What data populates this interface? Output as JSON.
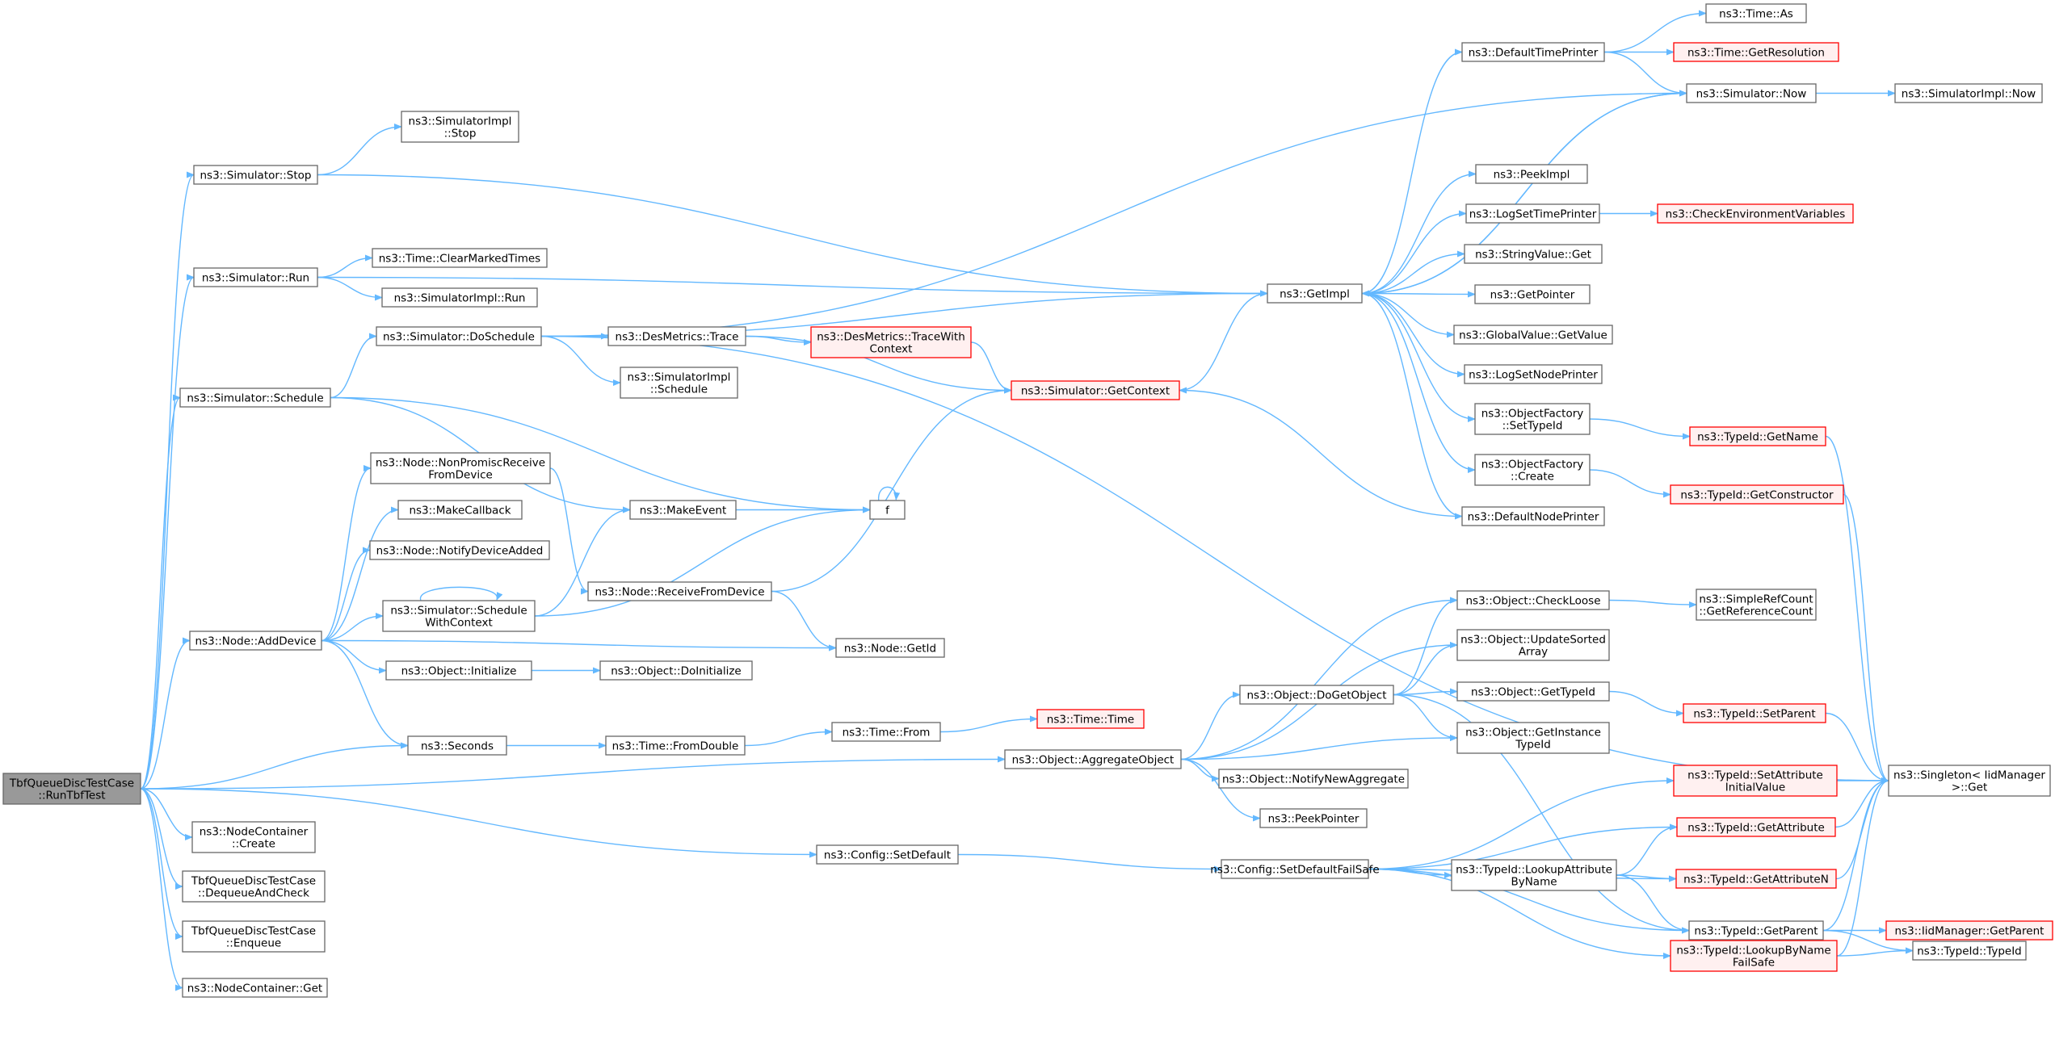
{
  "colors": {
    "edge": "#63b8ff",
    "node_border": "#666666",
    "node_fill": "#ffffff",
    "root_fill": "#999999",
    "root_border": "#666666",
    "truncated_border": "#ff0000",
    "truncated_fill": "#fff0f0"
  },
  "nodes": [
    {
      "id": "root",
      "label": [
        "TbfQueueDiscTestCase",
        "::RunTbfTest"
      ],
      "style": "root"
    },
    {
      "id": "sim_stop",
      "label": [
        "ns3::Simulator::Stop"
      ],
      "style": "normal"
    },
    {
      "id": "simimpl_stop",
      "label": [
        "ns3::SimulatorImpl",
        "::Stop"
      ],
      "style": "normal"
    },
    {
      "id": "sim_run",
      "label": [
        "ns3::Simulator::Run"
      ],
      "style": "normal"
    },
    {
      "id": "time_clear",
      "label": [
        "ns3::Time::ClearMarkedTimes"
      ],
      "style": "normal"
    },
    {
      "id": "simimpl_run",
      "label": [
        "ns3::SimulatorImpl::Run"
      ],
      "style": "normal"
    },
    {
      "id": "sim_doschedule",
      "label": [
        "ns3::Simulator::DoSchedule"
      ],
      "style": "normal"
    },
    {
      "id": "des_trace",
      "label": [
        "ns3::DesMetrics::Trace"
      ],
      "style": "normal"
    },
    {
      "id": "des_tracectx",
      "label": [
        "ns3::DesMetrics::TraceWith",
        "Context"
      ],
      "style": "truncated"
    },
    {
      "id": "simimpl_schedule",
      "label": [
        "ns3::SimulatorImpl",
        "::Schedule"
      ],
      "style": "normal"
    },
    {
      "id": "sim_schedule",
      "label": [
        "ns3::Simulator::Schedule"
      ],
      "style": "normal"
    },
    {
      "id": "sim_getcontext",
      "label": [
        "ns3::Simulator::GetContext"
      ],
      "style": "truncated"
    },
    {
      "id": "node_nonpromisc",
      "label": [
        "ns3::Node::NonPromiscReceive",
        "FromDevice"
      ],
      "style": "normal"
    },
    {
      "id": "makecallback",
      "label": [
        "ns3::MakeCallback"
      ],
      "style": "normal"
    },
    {
      "id": "makeevent",
      "label": [
        "ns3::MakeEvent"
      ],
      "style": "normal"
    },
    {
      "id": "f",
      "label": [
        "f"
      ],
      "style": "normal"
    },
    {
      "id": "node_notify",
      "label": [
        "ns3::Node::NotifyDeviceAdded"
      ],
      "style": "normal"
    },
    {
      "id": "sim_schedctx",
      "label": [
        "ns3::Simulator::Schedule",
        "WithContext"
      ],
      "style": "normal"
    },
    {
      "id": "node_recv",
      "label": [
        "ns3::Node::ReceiveFromDevice"
      ],
      "style": "normal"
    },
    {
      "id": "node_adddevice",
      "label": [
        "ns3::Node::AddDevice"
      ],
      "style": "normal"
    },
    {
      "id": "obj_init",
      "label": [
        "ns3::Object::Initialize"
      ],
      "style": "normal"
    },
    {
      "id": "obj_doinit",
      "label": [
        "ns3::Object::DoInitialize"
      ],
      "style": "normal"
    },
    {
      "id": "node_getid",
      "label": [
        "ns3::Node::GetId"
      ],
      "style": "normal"
    },
    {
      "id": "seconds",
      "label": [
        "ns3::Seconds"
      ],
      "style": "normal"
    },
    {
      "id": "time_fromdouble",
      "label": [
        "ns3::Time::FromDouble"
      ],
      "style": "normal"
    },
    {
      "id": "time_from",
      "label": [
        "ns3::Time::From"
      ],
      "style": "normal"
    },
    {
      "id": "time_time",
      "label": [
        "ns3::Time::Time"
      ],
      "style": "truncated"
    },
    {
      "id": "nc_create",
      "label": [
        "ns3::NodeContainer",
        "::Create"
      ],
      "style": "normal"
    },
    {
      "id": "tbf_deq",
      "label": [
        "TbfQueueDiscTestCase",
        "::DequeueAndCheck"
      ],
      "style": "normal"
    },
    {
      "id": "tbf_enq",
      "label": [
        "TbfQueueDiscTestCase",
        "::Enqueue"
      ],
      "style": "normal"
    },
    {
      "id": "nc_get",
      "label": [
        "ns3::NodeContainer::Get"
      ],
      "style": "normal"
    },
    {
      "id": "config_setdefault",
      "label": [
        "ns3::Config::SetDefault"
      ],
      "style": "normal"
    },
    {
      "id": "config_setdefaultfs",
      "label": [
        "ns3::Config::SetDefaultFailSafe"
      ],
      "style": "normal"
    },
    {
      "id": "obj_aggregate",
      "label": [
        "ns3::Object::AggregateObject"
      ],
      "style": "normal"
    },
    {
      "id": "obj_notifyagg",
      "label": [
        "ns3::Object::NotifyNewAggregate"
      ],
      "style": "normal"
    },
    {
      "id": "peekpointer",
      "label": [
        "ns3::PeekPointer"
      ],
      "style": "normal"
    },
    {
      "id": "obj_dogetobject",
      "label": [
        "ns3::Object::DoGetObject"
      ],
      "style": "normal"
    },
    {
      "id": "obj_checkloose",
      "label": [
        "ns3::Object::CheckLoose"
      ],
      "style": "normal"
    },
    {
      "id": "obj_updatesorted",
      "label": [
        "ns3::Object::UpdateSorted",
        "Array"
      ],
      "style": "normal"
    },
    {
      "id": "obj_gettypeid",
      "label": [
        "ns3::Object::GetTypeId"
      ],
      "style": "normal"
    },
    {
      "id": "obj_getinstance",
      "label": [
        "ns3::Object::GetInstance",
        "TypeId"
      ],
      "style": "normal"
    },
    {
      "id": "srefcount",
      "label": [
        "ns3::SimpleRefCount",
        "::GetReferenceCount"
      ],
      "style": "normal"
    },
    {
      "id": "typeid_setparent",
      "label": [
        "ns3::TypeId::SetParent"
      ],
      "style": "truncated"
    },
    {
      "id": "getimpl",
      "label": [
        "ns3::GetImpl"
      ],
      "style": "normal"
    },
    {
      "id": "defaulttimeprinter",
      "label": [
        "ns3::DefaultTimePrinter"
      ],
      "style": "normal"
    },
    {
      "id": "time_as",
      "label": [
        "ns3::Time::As"
      ],
      "style": "normal"
    },
    {
      "id": "time_getres",
      "label": [
        "ns3::Time::GetResolution"
      ],
      "style": "truncated"
    },
    {
      "id": "sim_now",
      "label": [
        "ns3::Simulator::Now"
      ],
      "style": "normal"
    },
    {
      "id": "simimpl_now",
      "label": [
        "ns3::SimulatorImpl::Now"
      ],
      "style": "normal"
    },
    {
      "id": "peekimpl",
      "label": [
        "ns3::PeekImpl"
      ],
      "style": "normal"
    },
    {
      "id": "logsettimeprinter",
      "label": [
        "ns3::LogSetTimePrinter"
      ],
      "style": "normal"
    },
    {
      "id": "checkenv",
      "label": [
        "ns3::CheckEnvironmentVariables"
      ],
      "style": "truncated"
    },
    {
      "id": "stringvalue_get",
      "label": [
        "ns3::StringValue::Get"
      ],
      "style": "normal"
    },
    {
      "id": "getpointer",
      "label": [
        "ns3::GetPointer"
      ],
      "style": "normal"
    },
    {
      "id": "globalvalue_get",
      "label": [
        "ns3::GlobalValue::GetValue"
      ],
      "style": "normal"
    },
    {
      "id": "logsetnodeprinter",
      "label": [
        "ns3::LogSetNodePrinter"
      ],
      "style": "normal"
    },
    {
      "id": "of_settypeid",
      "label": [
        "ns3::ObjectFactory",
        "::SetTypeId"
      ],
      "style": "normal"
    },
    {
      "id": "typeid_getname",
      "label": [
        "ns3::TypeId::GetName"
      ],
      "style": "truncated"
    },
    {
      "id": "of_create",
      "label": [
        "ns3::ObjectFactory",
        "::Create"
      ],
      "style": "normal"
    },
    {
      "id": "typeid_getctor",
      "label": [
        "ns3::TypeId::GetConstructor"
      ],
      "style": "truncated"
    },
    {
      "id": "defaultnodeprinter",
      "label": [
        "ns3::DefaultNodePrinter"
      ],
      "style": "normal"
    },
    {
      "id": "singleton_get",
      "label": [
        "ns3::Singleton< IidManager",
        ">::Get"
      ],
      "style": "normal"
    },
    {
      "id": "typeid_setattr",
      "label": [
        "ns3::TypeId::SetAttribute",
        "InitialValue"
      ],
      "style": "truncated"
    },
    {
      "id": "typeid_getattr",
      "label": [
        "ns3::TypeId::GetAttribute"
      ],
      "style": "truncated"
    },
    {
      "id": "typeid_lookupattr",
      "label": [
        "ns3::TypeId::LookupAttribute",
        "ByName"
      ],
      "style": "normal"
    },
    {
      "id": "typeid_getattrn",
      "label": [
        "ns3::TypeId::GetAttributeN"
      ],
      "style": "truncated"
    },
    {
      "id": "typeid_getparent",
      "label": [
        "ns3::TypeId::GetParent"
      ],
      "style": "normal"
    },
    {
      "id": "iid_getparent",
      "label": [
        "ns3::IidManager::GetParent"
      ],
      "style": "truncated"
    },
    {
      "id": "typeid_lookupfs",
      "label": [
        "ns3::TypeId::LookupByName",
        "FailSafe"
      ],
      "style": "truncated"
    },
    {
      "id": "typeid_typeid",
      "label": [
        "ns3::TypeId::TypeId"
      ],
      "style": "normal"
    }
  ],
  "edges": [
    [
      "root",
      "sim_stop"
    ],
    [
      "root",
      "sim_run"
    ],
    [
      "root",
      "sim_schedule"
    ],
    [
      "root",
      "node_adddevice"
    ],
    [
      "root",
      "seconds"
    ],
    [
      "root",
      "obj_aggregate"
    ],
    [
      "root",
      "config_setdefault"
    ],
    [
      "root",
      "nc_create"
    ],
    [
      "root",
      "tbf_deq"
    ],
    [
      "root",
      "tbf_enq"
    ],
    [
      "root",
      "nc_get"
    ],
    [
      "sim_stop",
      "simimpl_stop"
    ],
    [
      "sim_stop",
      "getimpl"
    ],
    [
      "sim_run",
      "time_clear"
    ],
    [
      "sim_run",
      "simimpl_run"
    ],
    [
      "sim_run",
      "getimpl"
    ],
    [
      "sim_schedule",
      "sim_doschedule"
    ],
    [
      "sim_schedule",
      "makeevent"
    ],
    [
      "sim_schedule",
      "f"
    ],
    [
      "sim_doschedule",
      "des_trace"
    ],
    [
      "sim_doschedule",
      "simimpl_schedule"
    ],
    [
      "sim_doschedule",
      "getimpl"
    ],
    [
      "sim_doschedule",
      "sim_now"
    ],
    [
      "sim_doschedule",
      "singleton_get"
    ],
    [
      "des_trace",
      "des_tracectx"
    ],
    [
      "des_trace",
      "sim_getcontext"
    ],
    [
      "des_tracectx",
      "sim_getcontext"
    ],
    [
      "sim_getcontext",
      "getimpl"
    ],
    [
      "makeevent",
      "f"
    ],
    [
      "f",
      "f"
    ],
    [
      "node_adddevice",
      "node_nonpromisc"
    ],
    [
      "node_adddevice",
      "makecallback"
    ],
    [
      "node_adddevice",
      "node_notify"
    ],
    [
      "node_adddevice",
      "sim_schedctx"
    ],
    [
      "node_adddevice",
      "obj_init"
    ],
    [
      "node_adddevice",
      "node_getid"
    ],
    [
      "node_adddevice",
      "seconds"
    ],
    [
      "node_nonpromisc",
      "node_recv"
    ],
    [
      "sim_schedctx",
      "sim_schedctx"
    ],
    [
      "sim_schedctx",
      "makeevent"
    ],
    [
      "sim_schedctx",
      "f"
    ],
    [
      "node_recv",
      "sim_getcontext"
    ],
    [
      "node_recv",
      "node_getid"
    ],
    [
      "obj_init",
      "obj_doinit"
    ],
    [
      "seconds",
      "time_fromdouble"
    ],
    [
      "time_fromdouble",
      "time_from"
    ],
    [
      "time_from",
      "time_time"
    ],
    [
      "obj_aggregate",
      "obj_checkloose"
    ],
    [
      "obj_aggregate",
      "obj_updatesorted"
    ],
    [
      "obj_aggregate",
      "obj_dogetobject"
    ],
    [
      "obj_aggregate",
      "obj_getinstance"
    ],
    [
      "obj_aggregate",
      "obj_notifyagg"
    ],
    [
      "obj_aggregate",
      "peekpointer"
    ],
    [
      "obj_dogetobject",
      "obj_checkloose"
    ],
    [
      "obj_dogetobject",
      "obj_updatesorted"
    ],
    [
      "obj_dogetobject",
      "obj_gettypeid"
    ],
    [
      "obj_dogetobject",
      "obj_getinstance"
    ],
    [
      "obj_dogetobject",
      "typeid_getparent"
    ],
    [
      "obj_checkloose",
      "srefcount"
    ],
    [
      "obj_gettypeid",
      "typeid_setparent"
    ],
    [
      "typeid_setparent",
      "singleton_get"
    ],
    [
      "config_setdefault",
      "config_setdefaultfs"
    ],
    [
      "config_setdefaultfs",
      "typeid_setattr"
    ],
    [
      "config_setdefaultfs",
      "typeid_getattr"
    ],
    [
      "config_setdefaultfs",
      "typeid_lookupattr"
    ],
    [
      "config_setdefaultfs",
      "typeid_getattrn"
    ],
    [
      "config_setdefaultfs",
      "typeid_getparent"
    ],
    [
      "config_setdefaultfs",
      "typeid_lookupfs"
    ],
    [
      "typeid_lookupattr",
      "typeid_getattr"
    ],
    [
      "typeid_lookupattr",
      "typeid_getattrn"
    ],
    [
      "typeid_lookupattr",
      "typeid_getparent"
    ],
    [
      "typeid_setattr",
      "singleton_get"
    ],
    [
      "typeid_getattr",
      "singleton_get"
    ],
    [
      "typeid_getattrn",
      "singleton_get"
    ],
    [
      "typeid_getparent",
      "singleton_get"
    ],
    [
      "typeid_getparent",
      "iid_getparent"
    ],
    [
      "typeid_getparent",
      "typeid_typeid"
    ],
    [
      "typeid_lookupfs",
      "singleton_get"
    ],
    [
      "typeid_lookupfs",
      "typeid_typeid"
    ],
    [
      "getimpl",
      "defaulttimeprinter"
    ],
    [
      "getimpl",
      "sim_now"
    ],
    [
      "getimpl",
      "peekimpl"
    ],
    [
      "getimpl",
      "logsettimeprinter"
    ],
    [
      "getimpl",
      "stringvalue_get"
    ],
    [
      "getimpl",
      "getpointer"
    ],
    [
      "getimpl",
      "globalvalue_get"
    ],
    [
      "getimpl",
      "logsetnodeprinter"
    ],
    [
      "getimpl",
      "of_settypeid"
    ],
    [
      "getimpl",
      "of_create"
    ],
    [
      "getimpl",
      "defaultnodeprinter"
    ],
    [
      "defaulttimeprinter",
      "time_as"
    ],
    [
      "defaulttimeprinter",
      "time_getres"
    ],
    [
      "defaulttimeprinter",
      "sim_now"
    ],
    [
      "sim_now",
      "simimpl_now"
    ],
    [
      "sim_now",
      "getimpl"
    ],
    [
      "logsettimeprinter",
      "checkenv"
    ],
    [
      "of_settypeid",
      "typeid_getname"
    ],
    [
      "typeid_getname",
      "singleton_get"
    ],
    [
      "of_create",
      "typeid_getctor"
    ],
    [
      "typeid_getctor",
      "singleton_get"
    ],
    [
      "defaultnodeprinter",
      "sim_getcontext"
    ]
  ]
}
